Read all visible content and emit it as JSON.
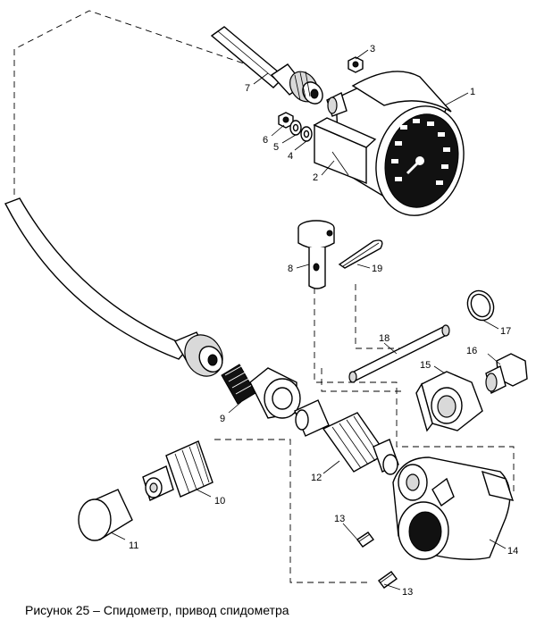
{
  "caption": "Рисунок 25 – Спидометр, привод спидометра",
  "labels": {
    "n1": "1",
    "n2": "2",
    "n3": "3",
    "n4": "4",
    "n5": "5",
    "n6": "6",
    "n7": "7",
    "n8": "8",
    "n9": "9",
    "n10": "10",
    "n11": "11",
    "n12": "12",
    "n13a": "13",
    "n13b": "13",
    "n14": "14",
    "n15": "15",
    "n16": "16",
    "n17": "17",
    "n18": "18",
    "n19": "19"
  }
}
